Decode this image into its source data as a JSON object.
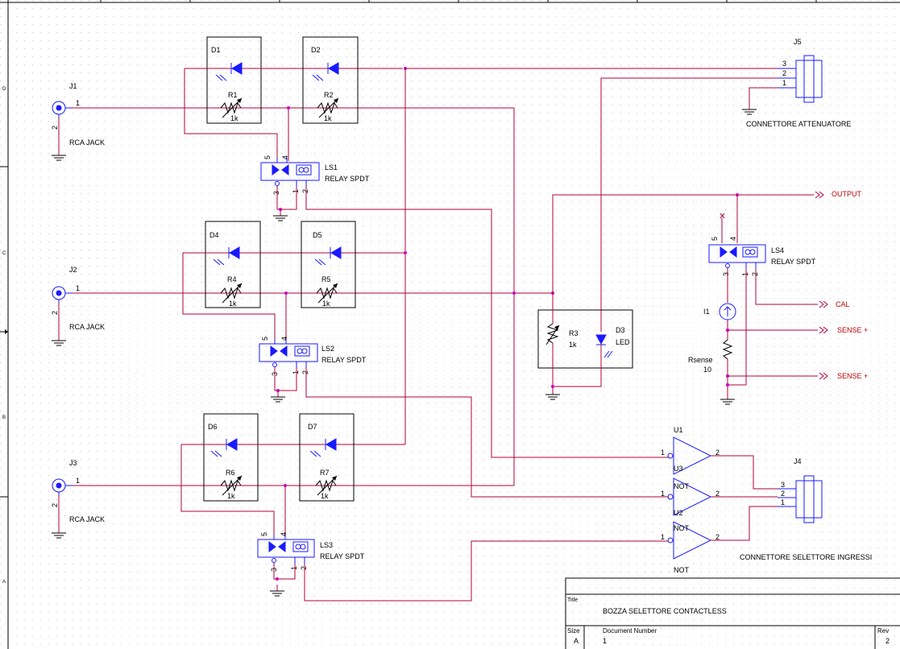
{
  "jacks": [
    {
      "ref": "J1",
      "label": "RCA JACK",
      "pin1": "1",
      "pin2": "2"
    },
    {
      "ref": "J2",
      "label": "RCA JACK",
      "pin1": "1",
      "pin2": "2"
    },
    {
      "ref": "J3",
      "label": "RCA JACK",
      "pin1": "1",
      "pin2": "2"
    }
  ],
  "opto_blocks": [
    {
      "diode": "D1",
      "res": "R1",
      "val": "1k"
    },
    {
      "diode": "D2",
      "res": "R2",
      "val": "1k"
    },
    {
      "diode": "D4",
      "res": "R4",
      "val": "1k"
    },
    {
      "diode": "D5",
      "res": "R5",
      "val": "1k"
    },
    {
      "diode": "D6",
      "res": "R6",
      "val": "1k"
    },
    {
      "diode": "D7",
      "res": "R7",
      "val": "1k"
    }
  ],
  "relays": [
    {
      "ref": "LS1",
      "label": "RELAY SPDT"
    },
    {
      "ref": "LS2",
      "label": "RELAY SPDT"
    },
    {
      "ref": "LS3",
      "label": "RELAY SPDT"
    },
    {
      "ref": "LS4",
      "label": "RELAY SPDT"
    }
  ],
  "relay_pins": {
    "p5": "5",
    "p4": "4",
    "p3": "3",
    "p1": "1",
    "p2": "2"
  },
  "j5": {
    "ref": "J5",
    "label": "CONNETTORE ATTENUATORE",
    "pins": [
      "3",
      "2",
      "1"
    ]
  },
  "j4": {
    "ref": "J4",
    "label": "CONNETTORE SELETTORE INGRESSI",
    "pins": [
      "3",
      "2",
      "1"
    ]
  },
  "opto3": {
    "res": "R3",
    "res_val": "1k",
    "led": "D3",
    "led_val": "LED"
  },
  "nets": {
    "output": "OUTPUT",
    "cal": "CAL",
    "sense1": "SENSE +",
    "sense2": "SENSE +"
  },
  "current_source": {
    "ref": "I1"
  },
  "rsense": {
    "ref": "Rsense",
    "val": "10"
  },
  "gates": [
    {
      "ref": "U1",
      "type": "U3",
      "in": "1",
      "out": "2"
    },
    {
      "ref": "NOT",
      "type": "U2",
      "in": "1",
      "out": "2"
    },
    {
      "ref": "NOT",
      "type": "",
      "in": "1",
      "out": "2"
    }
  ],
  "gate_bottom_label": "NOT",
  "title_block": {
    "title_label": "Title",
    "title": "BOZZA SELETTORE CONTACTLESS",
    "size_label": "Size",
    "size": "A",
    "docnum_label": "Document Number",
    "docnum": "1",
    "rev_label": "Rev",
    "rev": "2"
  },
  "border_zones": [
    "D",
    "C",
    "B",
    "A"
  ]
}
